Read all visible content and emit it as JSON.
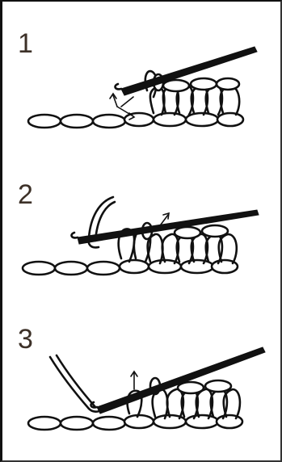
{
  "steps": [
    {
      "number": "1",
      "icon": "crochet-step-1-icon"
    },
    {
      "number": "2",
      "icon": "crochet-step-2-icon"
    },
    {
      "number": "3",
      "icon": "crochet-step-3-icon"
    }
  ],
  "colors": {
    "ink": "#111111",
    "numeral": "#3d3128",
    "background": "#ffffff"
  }
}
